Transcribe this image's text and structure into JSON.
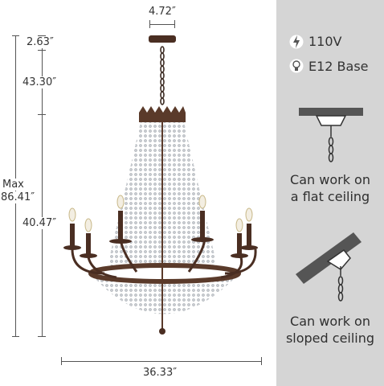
{
  "dimensions": {
    "top_width": "4.72″",
    "canopy": "2.63″",
    "chain": "43.30″",
    "max_label": "Max",
    "max_value": "86.41″",
    "body_height": "40.47″",
    "width": "36.33″"
  },
  "specs": [
    {
      "icon": "lightning-bolt-icon",
      "text": "110V"
    },
    {
      "icon": "light-bulb-icon",
      "text": "E12 Base"
    }
  ],
  "mounting": {
    "flat_line1": "Can work on",
    "flat_line2": "a flat ceiling",
    "sloped_line1": "Can work on",
    "sloped_line2": "sloped ceiling"
  },
  "colors": {
    "panel": "#d5d5d5",
    "bronze": "#5a3a2a",
    "crystal": "#bfc3c8"
  }
}
